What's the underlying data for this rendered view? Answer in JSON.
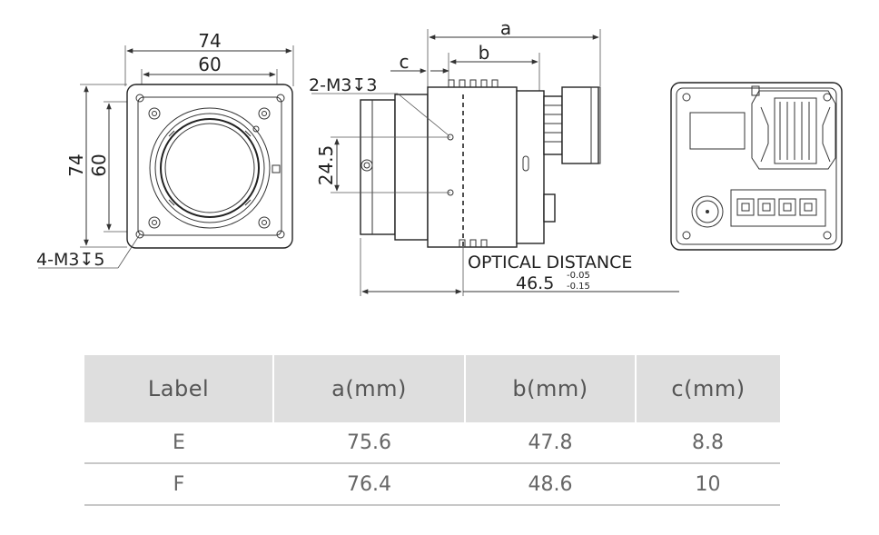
{
  "drawing": {
    "front_view": {
      "outer_width": "74",
      "inner_width": "60",
      "outer_height": "74",
      "inner_height": "60",
      "hole_note": "4-M3↧5"
    },
    "side_view": {
      "dim_a": "a",
      "dim_b": "b",
      "dim_c": "c",
      "hole_note": "2-M3↧3",
      "hole_spacing": "24.5",
      "optical_label": "OPTICAL DISTANCE",
      "optical_value": "46.5",
      "tol_upper": "-0.05",
      "tol_lower": "-0.15"
    }
  },
  "table": {
    "headers": [
      "Label",
      "a(mm)",
      "b(mm)",
      "c(mm)"
    ],
    "rows": [
      [
        "E",
        "75.6",
        "47.8",
        "8.8"
      ],
      [
        "F",
        "76.4",
        "48.6",
        "10"
      ]
    ]
  }
}
